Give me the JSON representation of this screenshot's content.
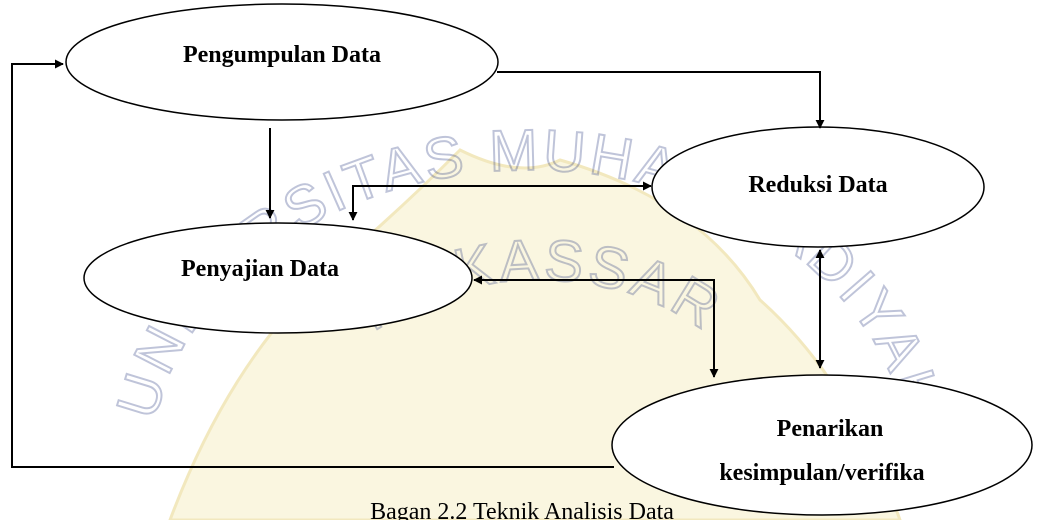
{
  "diagram": {
    "nodes": {
      "pengumpulan": "Pengumpulan Data",
      "reduksi": "Reduksi Data",
      "penyajian": "Penyajian Data",
      "penarikan_line1": "Penarikan",
      "penarikan_line2": "kesimpulan/verifika"
    },
    "caption": "Bagan 2.2 Teknik Analisis Data"
  },
  "watermark": {
    "arc_top": "UNIVERSITAS MUHAMMADIYAH",
    "arc_inner": "MAKASSAR"
  },
  "colors": {
    "ink": "#000000",
    "watermark_blue": "#1e2f7a",
    "watermark_gold": "#e8d68a"
  }
}
